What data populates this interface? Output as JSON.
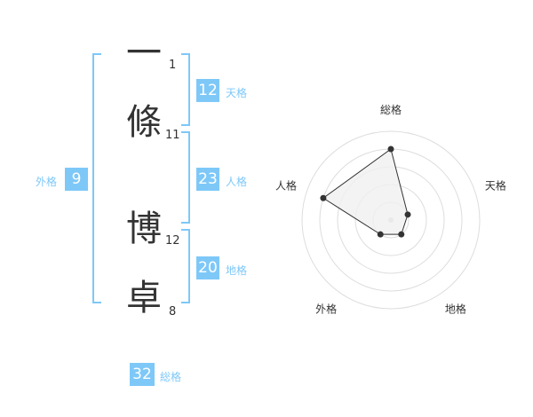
{
  "name_chars": [
    {
      "char": "一",
      "strokes": "1"
    },
    {
      "char": "條",
      "strokes": "11"
    },
    {
      "char": "博",
      "strokes": "12"
    },
    {
      "char": "卓",
      "strokes": "8"
    }
  ],
  "fortune": {
    "tenkaku": {
      "value": "12",
      "label": "天格"
    },
    "jinkaku": {
      "value": "23",
      "label": "人格"
    },
    "chikaku": {
      "value": "20",
      "label": "地格"
    },
    "gaikaku": {
      "value": "9",
      "label": "外格"
    },
    "soukaku": {
      "value": "32",
      "label": "総格"
    }
  },
  "chart_data": {
    "type": "radar",
    "axes": [
      "総格",
      "天格",
      "地格",
      "外格",
      "人格"
    ],
    "values": [
      4,
      1,
      1,
      1,
      4
    ],
    "max": 5,
    "colors": {
      "accent": "#7ec8f8",
      "fill": "#f0f0f0",
      "line": "#333333",
      "ring": "#dddddd"
    }
  }
}
